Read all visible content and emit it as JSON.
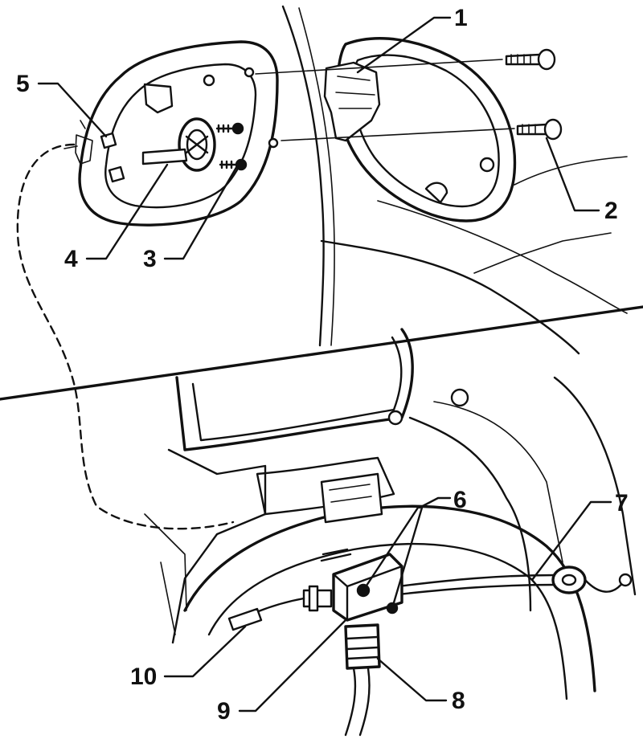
{
  "figure": {
    "callouts": [
      {
        "id": "c1",
        "label": "1"
      },
      {
        "id": "c2",
        "label": "2"
      },
      {
        "id": "c3",
        "label": "3"
      },
      {
        "id": "c4",
        "label": "4"
      },
      {
        "id": "c5",
        "label": "5"
      },
      {
        "id": "c6",
        "label": "6"
      },
      {
        "id": "c7",
        "label": "7"
      },
      {
        "id": "c8",
        "label": "8"
      },
      {
        "id": "c9",
        "label": "9"
      },
      {
        "id": "c10",
        "label": "10"
      }
    ]
  },
  "colors": {
    "ink": "#111111",
    "paper": "#ffffff"
  }
}
